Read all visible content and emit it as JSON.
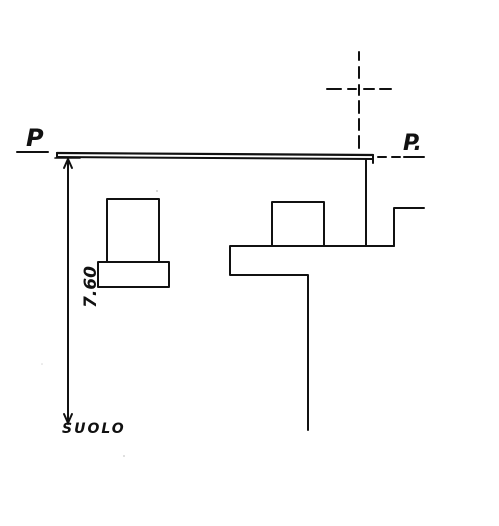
{
  "labels": {
    "plane_left": "P",
    "plane_right": "P.",
    "height_dimension": "7.60",
    "ground": "SUOLO"
  },
  "colors": {
    "ink": "#111111",
    "paper": "#ffffff"
  }
}
